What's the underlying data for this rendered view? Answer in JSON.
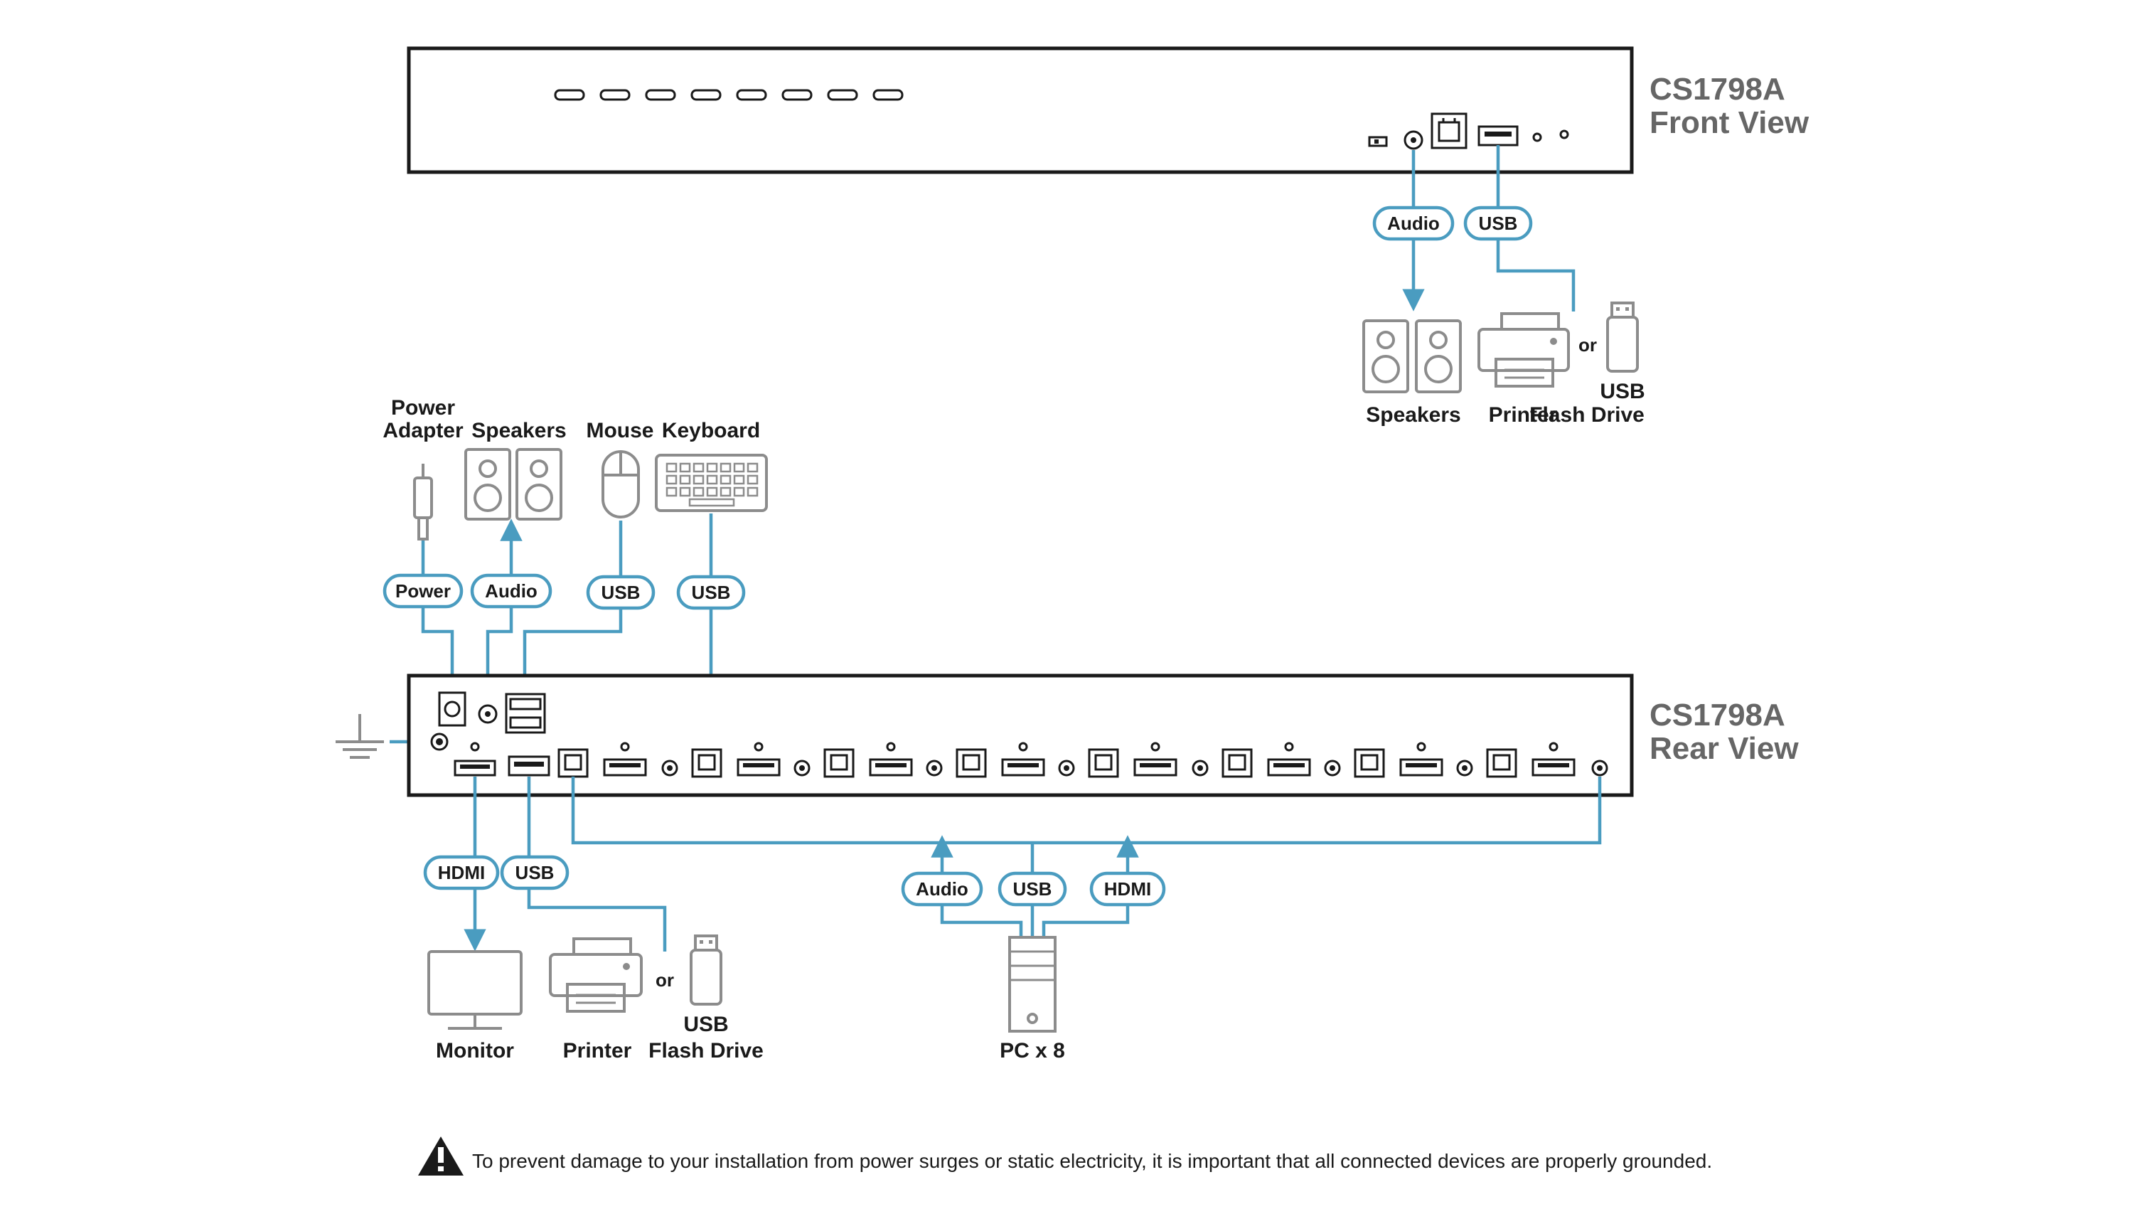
{
  "front_view": {
    "model": "CS1798A",
    "view": "Front View",
    "connections": [
      {
        "label": "Audio",
        "device": "Speakers"
      },
      {
        "label": "USB",
        "device_a": "Printer",
        "or": "or",
        "device_b_line1": "USB",
        "device_b_line2": "Flash Drive"
      }
    ]
  },
  "rear_view": {
    "model": "CS1798A",
    "view": "Rear View"
  },
  "console": {
    "power": {
      "device_line1": "Power",
      "device_line2": "Adapter",
      "label": "Power"
    },
    "speakers": {
      "device": "Speakers",
      "label": "Audio"
    },
    "mouse": {
      "device": "Mouse",
      "label": "USB"
    },
    "keyboard": {
      "device": "Keyboard",
      "label": "USB"
    }
  },
  "outputs": {
    "monitor": {
      "label": "HDMI",
      "device": "Monitor"
    },
    "usb": {
      "label": "USB",
      "device_a": "Printer",
      "or": "or",
      "device_b_line1": "USB",
      "device_b_line2": "Flash Drive"
    }
  },
  "computers": {
    "labels": [
      "Audio",
      "USB",
      "HDMI"
    ],
    "device": "PC x 8"
  },
  "warning": {
    "text": "To prevent damage to your installation from power surges or static electricity, it is important that all connected devices are properly grounded."
  },
  "colors": {
    "cable": "#4a9cc0",
    "device": "#8c8c8c",
    "outline": "#1a1a1a",
    "title": "#666666"
  }
}
